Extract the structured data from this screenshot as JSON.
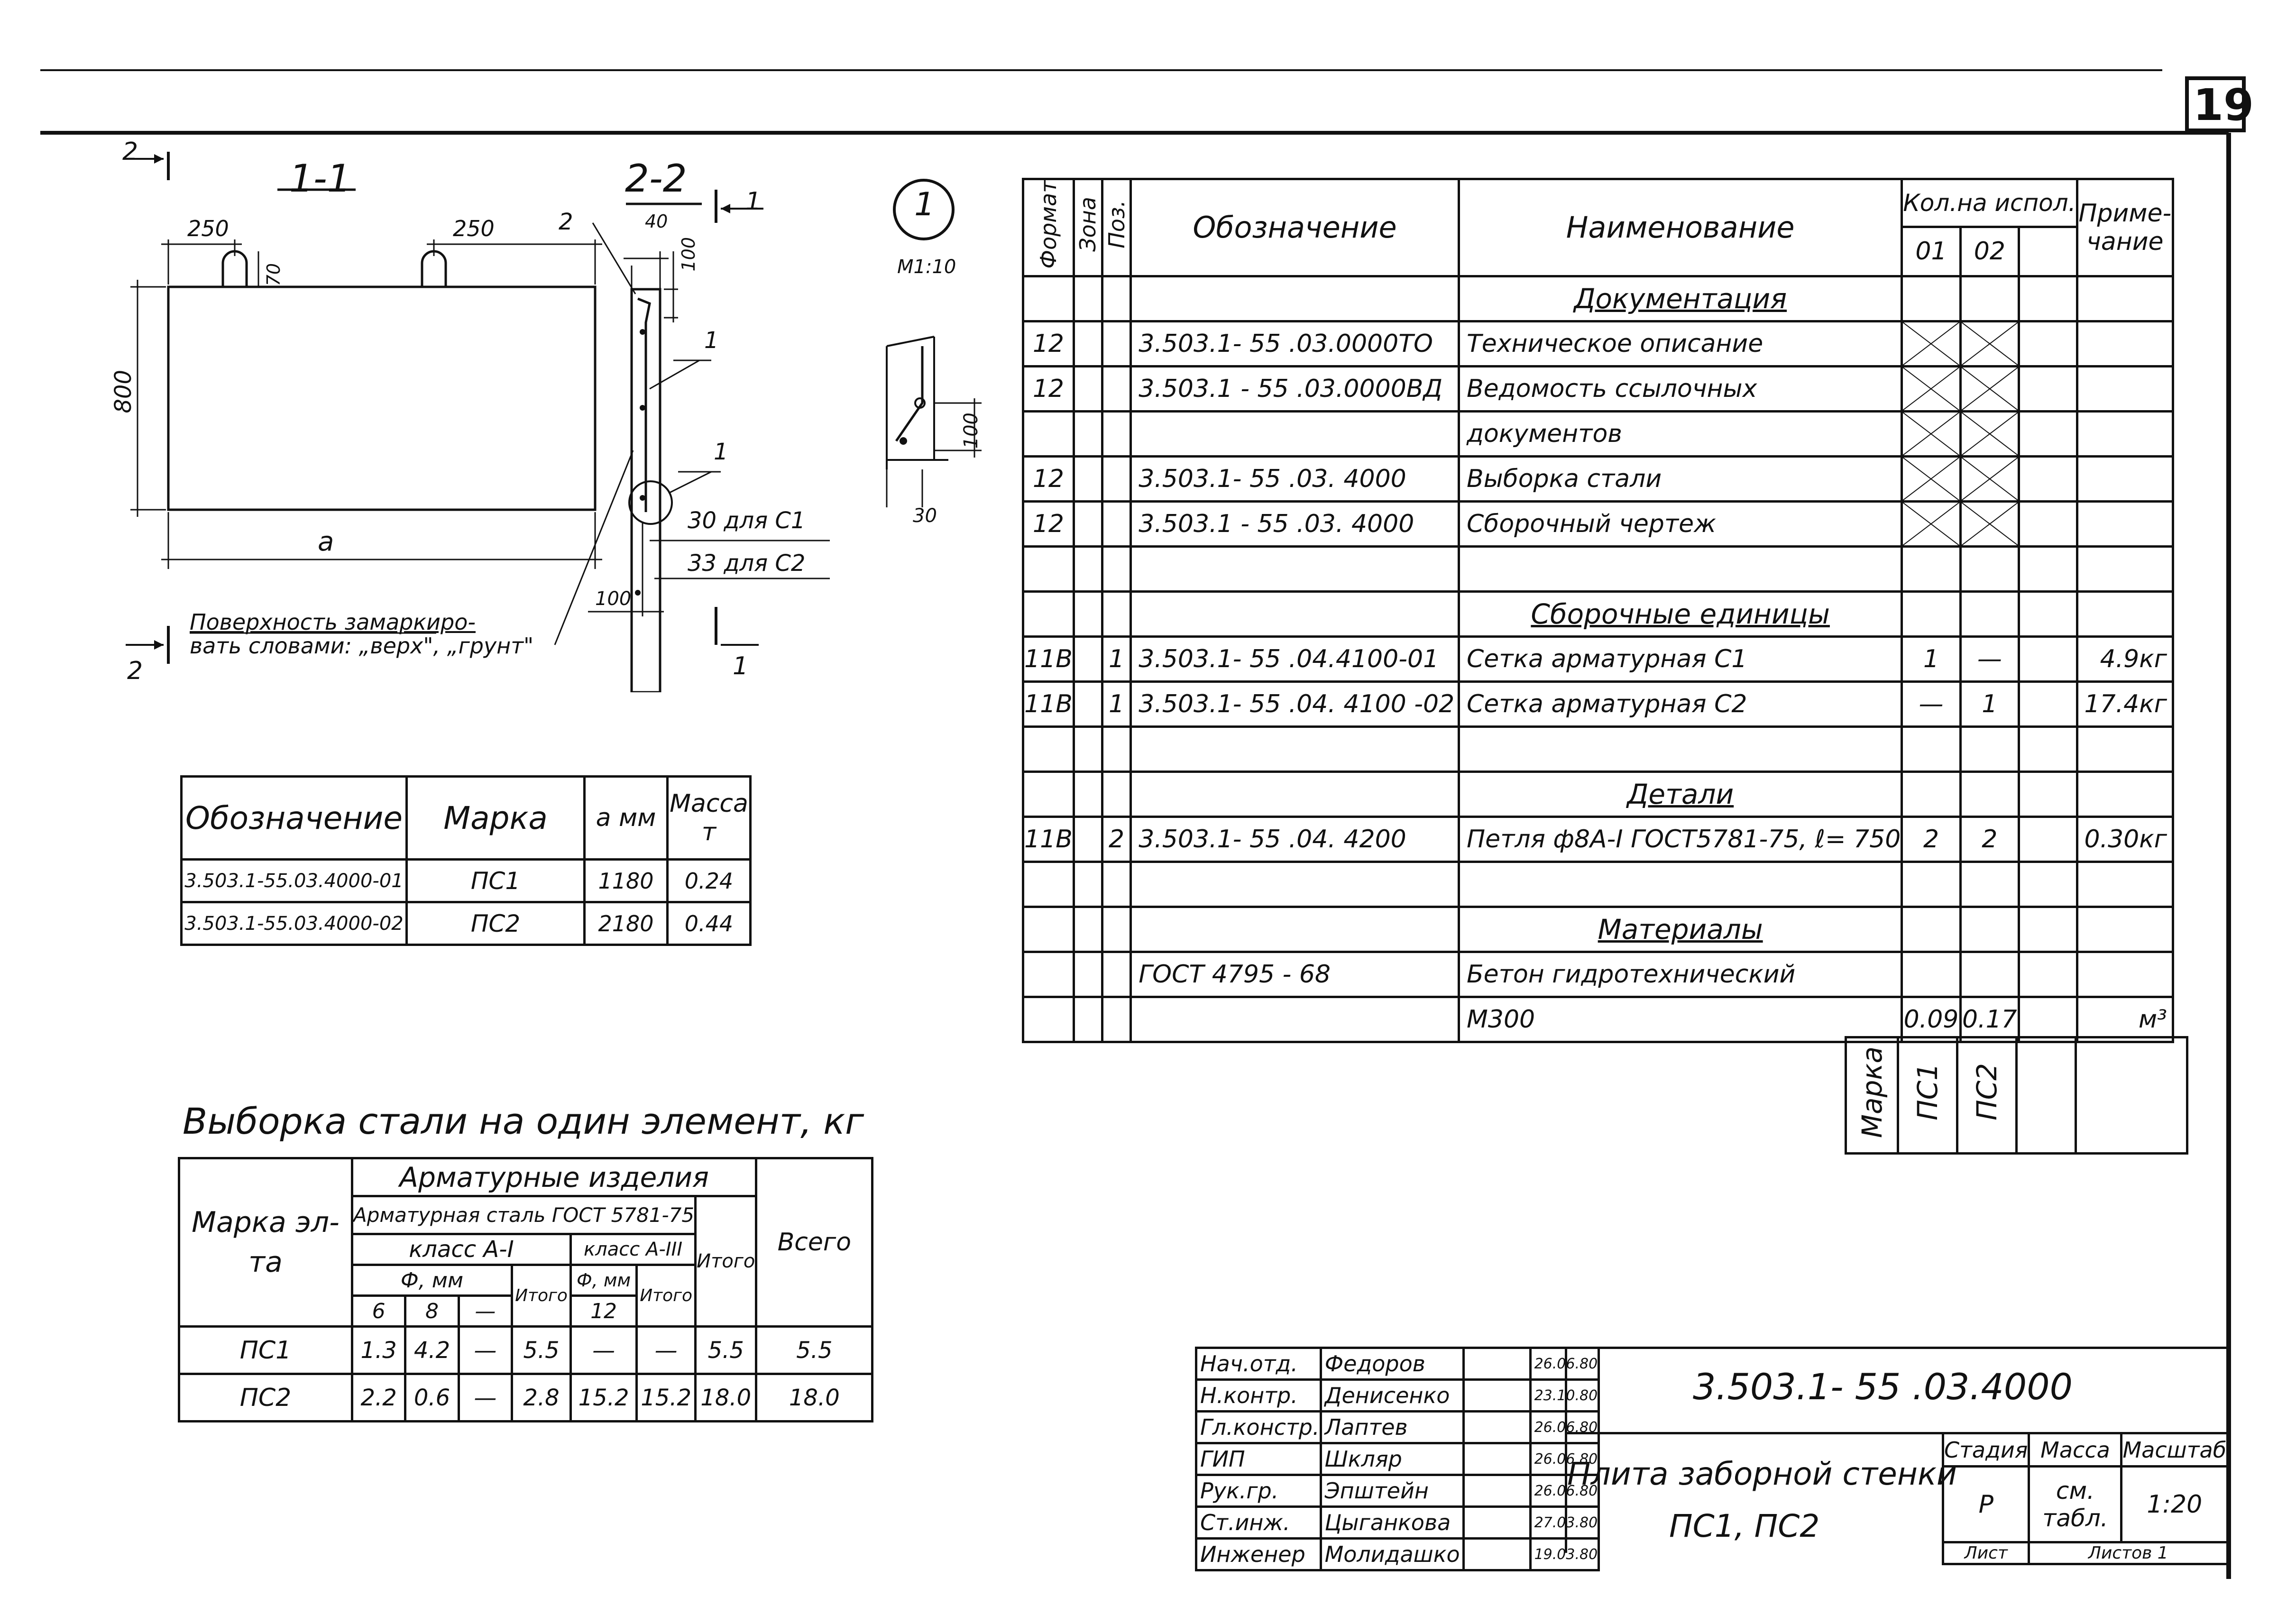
{
  "page": {
    "sheet_number": "19"
  },
  "views": {
    "section_1": {
      "title": "1-1",
      "cut_labels": [
        "2",
        "2"
      ],
      "dims": [
        "250",
        "250",
        "70",
        "800",
        "a"
      ],
      "note_line1": "Поверхность замаркиро-",
      "note_line2": "вать словами: „верх\", „грунт\""
    },
    "section_2": {
      "title": "2-2",
      "cut_labels": [
        "1",
        "1"
      ],
      "dims": [
        "40",
        "100",
        "100"
      ],
      "callouts": [
        "2",
        "1",
        "1"
      ],
      "note_c1": "30 для С1",
      "note_c2": "33 для С2"
    },
    "node": {
      "number": "1",
      "scale": "М1:10",
      "dims": [
        "100",
        "30"
      ]
    }
  },
  "spec_table": {
    "headers": {
      "format": "Формат",
      "zone": "Зона",
      "pos": "Поз.",
      "designation": "Обозначение",
      "name": "Наименование",
      "qty": "Кол.на испол.",
      "qty_cols": [
        "01",
        "02"
      ],
      "note": "Приме-чание"
    },
    "rows": [
      {
        "f": "",
        "z": "",
        "p": "",
        "d": "",
        "n": "Документация",
        "type": "section"
      },
      {
        "f": "12",
        "z": "",
        "p": "",
        "d": "3.503.1- 55 .03.0000ТО",
        "n": "Техническое описание",
        "q1": "",
        "q2": "",
        "note": "",
        "x": true
      },
      {
        "f": "12",
        "z": "",
        "p": "",
        "d": "3.503.1 - 55 .03.0000ВД",
        "n": "Ведомость ссылочных",
        "q1": "",
        "q2": "",
        "note": "",
        "x": true
      },
      {
        "f": "",
        "z": "",
        "p": "",
        "d": "",
        "n": "документов",
        "q1": "",
        "q2": "",
        "note": "",
        "x": true
      },
      {
        "f": "12",
        "z": "",
        "p": "",
        "d": "3.503.1- 55 .03. 4000",
        "n": "Выборка стали",
        "q1": "",
        "q2": "",
        "note": "",
        "x": true
      },
      {
        "f": "12",
        "z": "",
        "p": "",
        "d": "3.503.1 - 55 .03. 4000",
        "n": "Сборочный чертеж",
        "q1": "",
        "q2": "",
        "note": "",
        "x": true
      },
      {
        "f": "",
        "z": "",
        "p": "",
        "d": "",
        "n": "",
        "q1": "",
        "q2": "",
        "note": ""
      },
      {
        "f": "",
        "z": "",
        "p": "",
        "d": "",
        "n": "Сборочные единицы",
        "type": "section"
      },
      {
        "f": "11В",
        "z": "",
        "p": "1",
        "d": "3.503.1- 55 .04.4100-01",
        "n": "Сетка арматурная С1",
        "q1": "1",
        "q2": "—",
        "note": "4.9кг"
      },
      {
        "f": "11В",
        "z": "",
        "p": "1",
        "d": "3.503.1- 55 .04. 4100 -02",
        "n": "Сетка арматурная С2",
        "q1": "—",
        "q2": "1",
        "note": "17.4кг"
      },
      {
        "f": "",
        "z": "",
        "p": "",
        "d": "",
        "n": "",
        "q1": "",
        "q2": "",
        "note": ""
      },
      {
        "f": "",
        "z": "",
        "p": "",
        "d": "",
        "n": "Детали",
        "type": "section"
      },
      {
        "f": "11В",
        "z": "",
        "p": "2",
        "d": "3.503.1- 55 .04. 4200",
        "n": "Петля ф8А-I ГОСТ5781-75, ℓ= 750",
        "q1": "2",
        "q2": "2",
        "note": "0.30кг"
      },
      {
        "f": "",
        "z": "",
        "p": "",
        "d": "",
        "n": "",
        "q1": "",
        "q2": "",
        "note": ""
      },
      {
        "f": "",
        "z": "",
        "p": "",
        "d": "",
        "n": "Материалы",
        "type": "section"
      },
      {
        "f": "",
        "z": "",
        "p": "",
        "d": "ГОСТ 4795 - 68",
        "n": "Бетон гидротехнический",
        "q1": "",
        "q2": "",
        "note": ""
      },
      {
        "f": "",
        "z": "",
        "p": "",
        "d": "",
        "n": "М300",
        "q1": "0.09",
        "q2": "0.17",
        "note": "м³"
      }
    ],
    "marks_row": {
      "label": "Марка",
      "c1": "ПС1",
      "c2": "ПС2"
    }
  },
  "marks_table": {
    "headers": [
      "Обозначение",
      "Марка",
      "a мм",
      "Масса т"
    ],
    "rows": [
      [
        "3.503.1-55.03.4000-01",
        "ПС1",
        "1180",
        "0.24"
      ],
      [
        "3.503.1-55.03.4000-02",
        "ПС2",
        "2180",
        "0.44"
      ]
    ]
  },
  "steel_table": {
    "title": "Выборка стали на один элемент, кг",
    "h_mark": "Марка эл-та",
    "h_items": "Арматурные изделия",
    "h_steel": "Арматурная сталь ГОСТ 5781-75",
    "h_class1": "класс А-I",
    "h_class3": "класс А-III",
    "h_dia": "Ф, мм",
    "h_d6": "6",
    "h_d8": "8",
    "h_dash": "—",
    "h_d12": "12",
    "h_total": "Итого",
    "h_all": "Всего",
    "rows": [
      [
        "ПС1",
        "1.3",
        "4.2",
        "—",
        "5.5",
        "—",
        "—",
        "5.5",
        "5.5"
      ],
      [
        "ПС2",
        "2.2",
        "0.6",
        "—",
        "2.8",
        "15.2",
        "15.2",
        "18.0",
        "18.0"
      ]
    ]
  },
  "title_block": {
    "people": [
      {
        "role": "Нач.отд.",
        "name": "Федоров",
        "date": "26.06.80"
      },
      {
        "role": "Н.контр.",
        "name": "Денисенко",
        "date": "23.10.80"
      },
      {
        "role": "Гл.констр.",
        "name": "Лаптев",
        "date": "26.06.80"
      },
      {
        "role": "ГИП",
        "name": "Шкляр",
        "date": "26.06.80"
      },
      {
        "role": "Рук.гр.",
        "name": "Эпштейн",
        "date": "26.06.80"
      },
      {
        "role": "Ст.инж.",
        "name": "Цыганкова",
        "date": "27.03.80"
      },
      {
        "role": "Инженер",
        "name": "Молидашко",
        "date": "19.03.80"
      }
    ],
    "code": "3.503.1- 55 .03.4000",
    "title_line1": "Плита заборной стенки",
    "title_line2": "ПС1, ПС2",
    "h_stage": "Стадия",
    "h_mass": "Масса",
    "h_scale": "Масштаб",
    "stage": "Р",
    "mass": "см. табл.",
    "scale": "1:20",
    "sheet": "Лист",
    "sheets": "Листов 1"
  }
}
